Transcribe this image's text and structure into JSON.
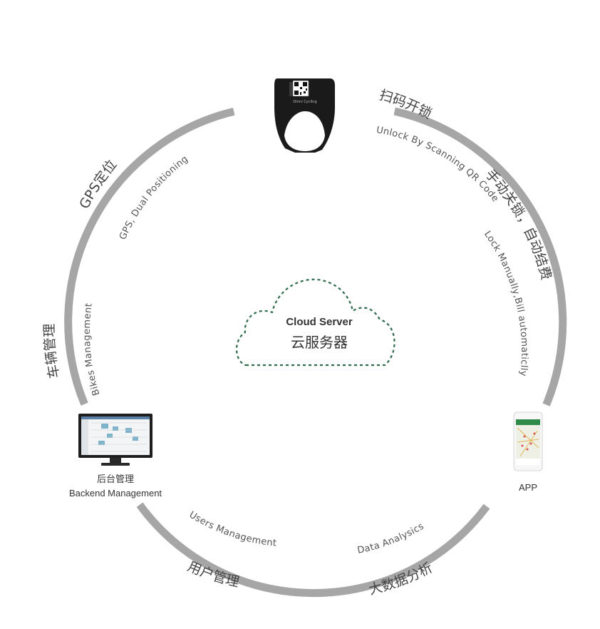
{
  "center": {
    "title_en": "Cloud Server",
    "title_cn": "云服务器"
  },
  "nodes": {
    "lock": {
      "brand": "Omni Cycling"
    },
    "backend": {
      "label_cn": "后台管理",
      "label_en": "Backend Management"
    },
    "app": {
      "label": "APP"
    }
  },
  "arc_labels": {
    "scan_cn": "扫码开锁",
    "scan_en": "Unlock By Scanning QR Code",
    "lock_cn": "手动关锁，自动结费",
    "lock_en": "Lock Manually,Bill automaticlly",
    "gps_cn": "GPS定位",
    "gps_en": "GPS, Dual Positioning",
    "bikes_cn": "车辆管理",
    "bikes_en": "Bikes Management",
    "users_cn": "用户管理",
    "users_en": "Users Management",
    "data_cn": "大数据分析",
    "data_en": "Data Analysics"
  },
  "colors": {
    "ring": "#a6a6a6",
    "cloud_stroke": "#2e6b4c",
    "lock_body": "#1a1a1a"
  }
}
